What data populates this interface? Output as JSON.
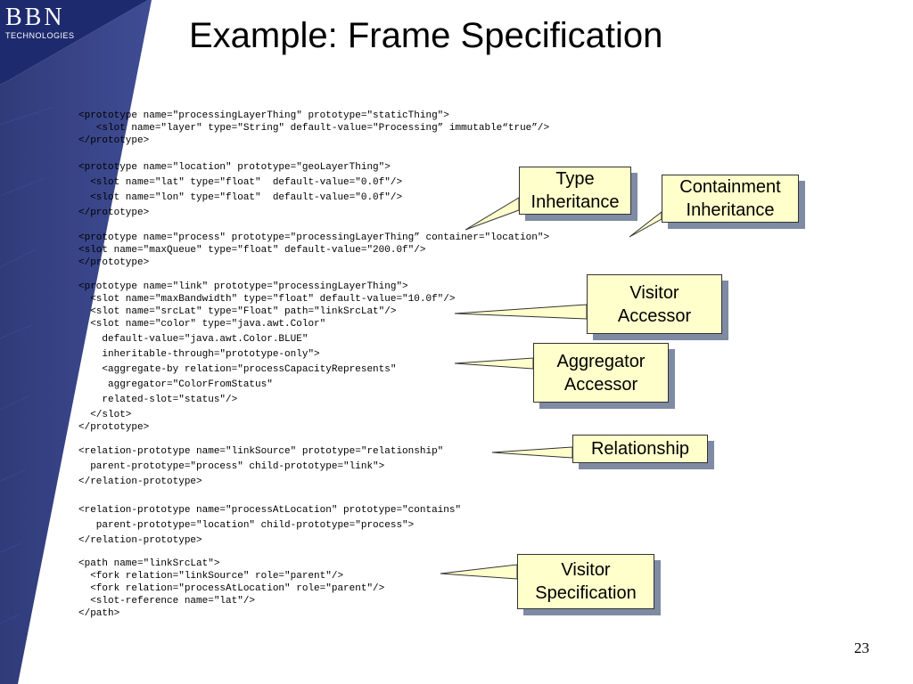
{
  "logo": {
    "brand": "BBN",
    "subtitle": "TECHNOLOGIES"
  },
  "slide": {
    "title": "Example: Frame Specification",
    "page_number": "23"
  },
  "code_lines": [
    "<prototype name=\"processingLayerThing\" prototype=\"staticThing\">",
    "   <slot name=\"layer\" type=\"String\" default-value=\"Processing” immutable“true”/>",
    "</prototype>",
    "<prototype name=\"location\" prototype=\"geoLayerThing\">",
    "  <slot name=\"lat\" type=\"float\"  default-value=\"0.0f\"/>",
    "  <slot name=\"lon\" type=\"float\"  default-value=\"0.0f\"/>",
    "</prototype>",
    "<prototype name=\"process\" prototype=\"processingLayerThing” container=\"location\">",
    "<slot name=\"maxQueue\" type=\"float\" default-value=\"200.0f\"/>",
    "</prototype>",
    "<prototype name=\"link\" prototype=\"processingLayerThing\">",
    "  <slot name=\"maxBandwidth\" type=\"float\" default-value=\"10.0f\"/>",
    "  <slot name=\"srcLat\" type=\"Float\" path=\"linkSrcLat\"/>",
    "  <slot name=\"color\" type=\"java.awt.Color\"",
    "    default-value=\"java.awt.Color.BLUE\"",
    "    inheritable-through=\"prototype-only\">",
    "    <aggregate-by relation=\"processCapacityRepresents\"",
    "     aggregator=\"ColorFromStatus\"",
    "    related-slot=\"status\"/>",
    "  </slot>",
    "</prototype>",
    "<relation-prototype name=\"linkSource\" prototype=\"relationship\"",
    "  parent-prototype=\"process\" child-prototype=\"link\">",
    "</relation-prototype>",
    "<relation-prototype name=\"processAtLocation\" prototype=\"contains\"",
    "   parent-prototype=\"location\" child-prototype=\"process\">",
    "</relation-prototype>",
    "<path name=\"linkSrcLat\">",
    "  <fork relation=\"linkSource\" role=\"parent\"/>",
    "  <fork relation=\"processAtLocation\" role=\"parent\"/>",
    "  <slot-reference name=\"lat\"/>",
    "</path>"
  ],
  "callouts": {
    "type_inheritance": [
      "Type",
      "Inheritance"
    ],
    "containment_inheritance": [
      "Containment",
      "Inheritance"
    ],
    "visitor_accessor": [
      "Visitor",
      "Accessor"
    ],
    "aggregator_accessor": [
      "Aggregator",
      "Accessor"
    ],
    "relationship": [
      "Relationship"
    ],
    "visitor_specification": [
      "Visitor",
      "Specification"
    ]
  },
  "colors": {
    "left_band": "#1e2a6e",
    "callout_fill": "#ffffcc",
    "callout_shadow": "#7f8aa3"
  }
}
